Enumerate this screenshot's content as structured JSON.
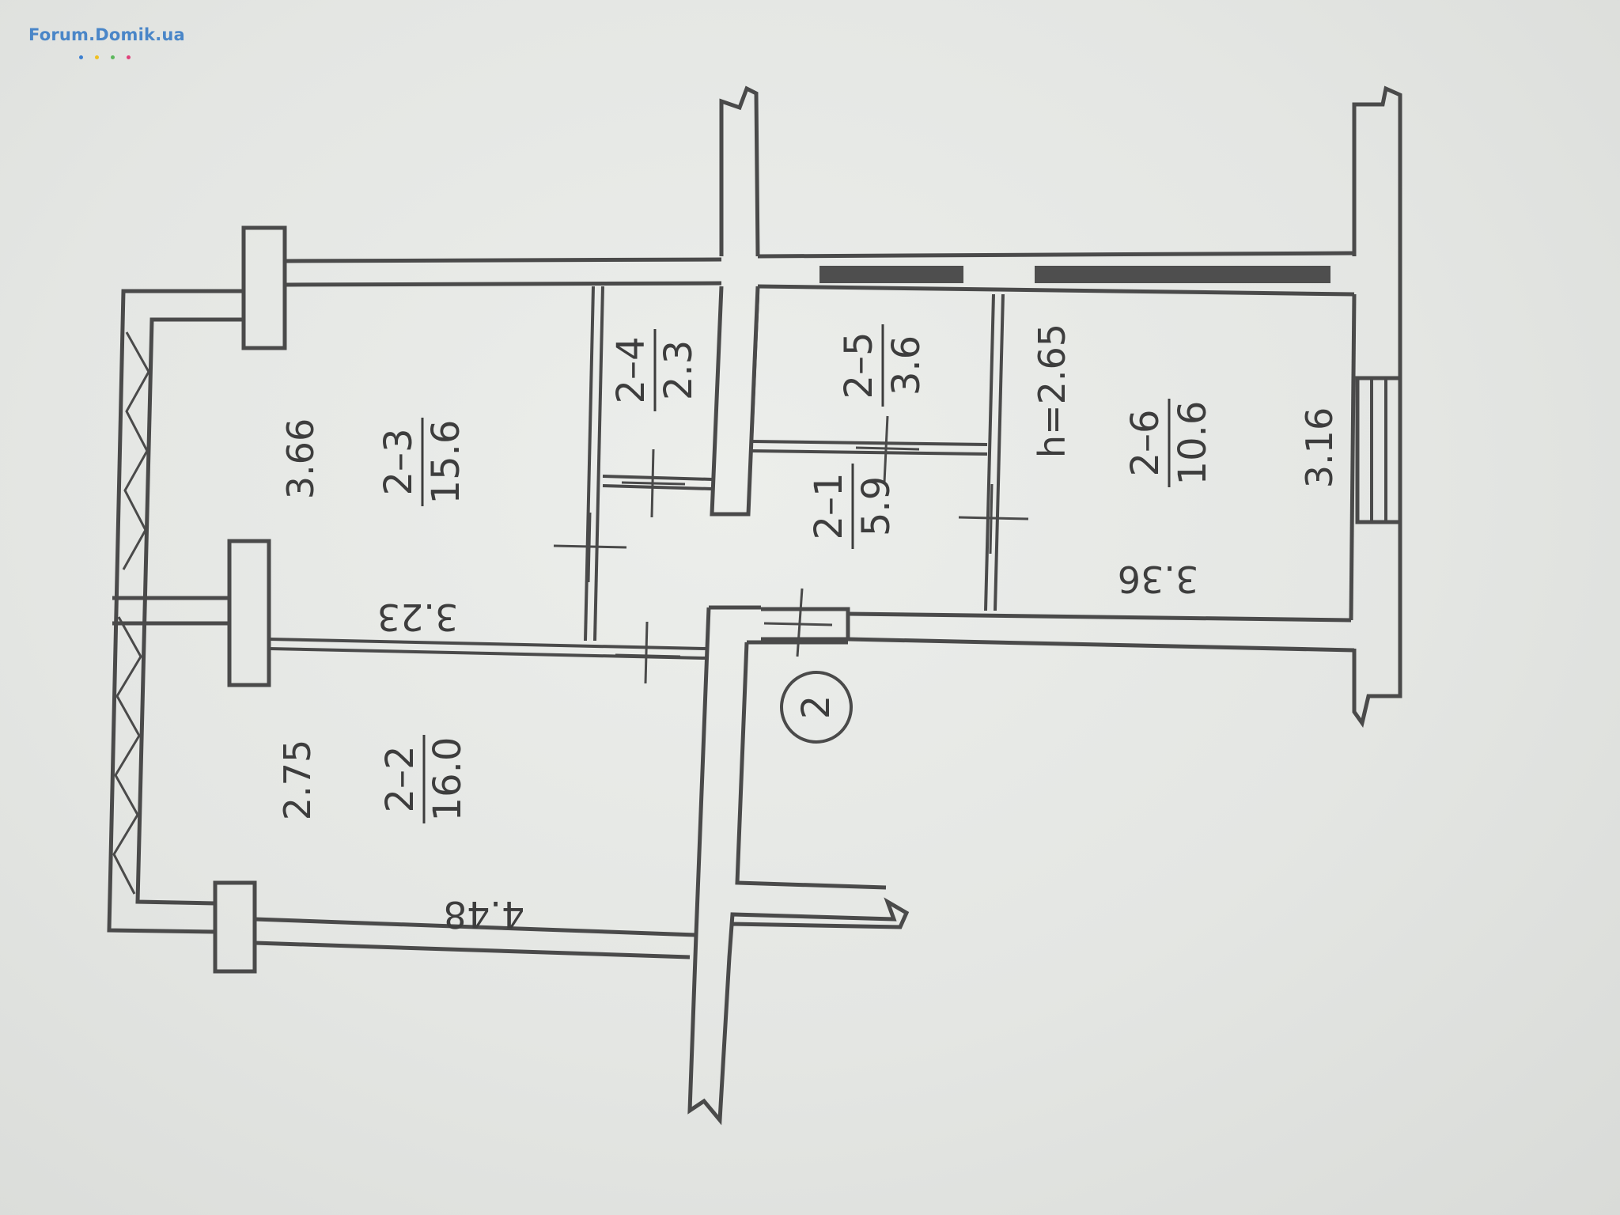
{
  "watermark": {
    "text": "Forum.Domik.ua",
    "color": "#4a86c8",
    "dot_colors": [
      "#3d7fd0",
      "#f0c020",
      "#5cb85c",
      "#e0407a"
    ]
  },
  "rooms": [
    {
      "id": "2–3",
      "area": "15.6"
    },
    {
      "id": "2–2",
      "area": "16.0"
    },
    {
      "id": "2–4",
      "area": "2.3"
    },
    {
      "id": "2–5",
      "area": "3.6"
    },
    {
      "id": "2–1",
      "area": "5.9"
    },
    {
      "id": "2–6",
      "area": "10.6"
    }
  ],
  "dimensions": {
    "d_3_66": "3.66",
    "d_3_23": "3.23",
    "d_2_75": "2.75",
    "d_4_48": "4.48",
    "d_3_16": "3.16",
    "d_3_36": "3.36",
    "ceiling_height": "h=2.65"
  },
  "apartment_marker": "2",
  "colors": {
    "line": "#4a4a4a",
    "paper": "#e6e8e5"
  }
}
